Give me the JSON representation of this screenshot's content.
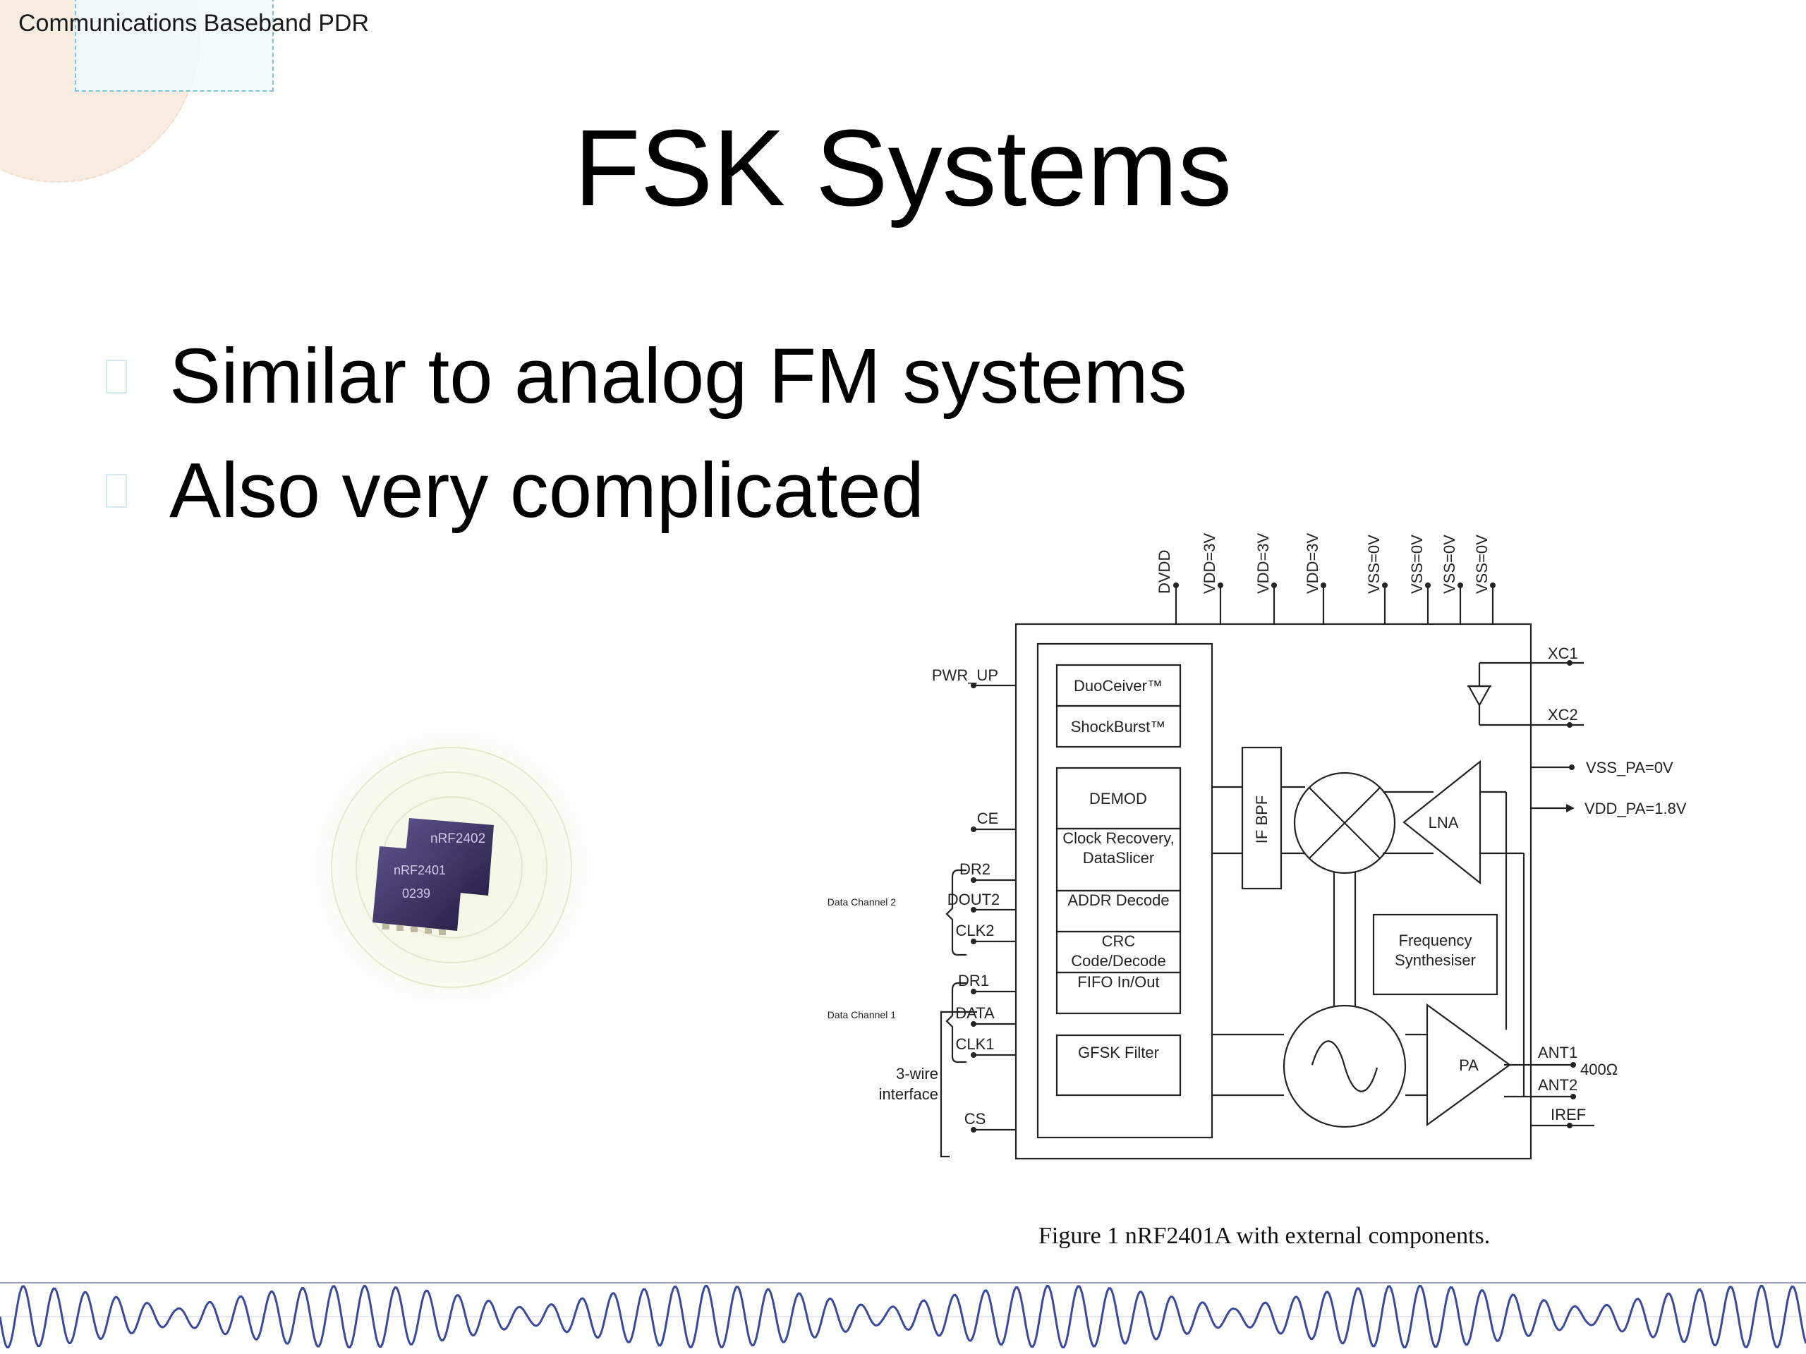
{
  "header": {
    "course": "Communications Baseband PDR"
  },
  "slide": {
    "title": "FSK Systems",
    "bullets": [
      "Similar to analog FM systems",
      "Also very complicated"
    ]
  },
  "chip_photo": {
    "chip_a": "nRF2402",
    "chip_b": "nRF2401",
    "chip_b_code": "0239"
  },
  "diagram": {
    "top_pins": [
      "DVDD",
      "VDD=3V",
      "VDD=3V",
      "VDD=3V",
      "VSS=0V",
      "VSS=0V",
      "VSS=0V",
      "VSS=0V"
    ],
    "left_pins": [
      "PWR_UP",
      "CE",
      "DR2",
      "DOUT2",
      "CLK2",
      "DR1",
      "DATA",
      "CLK1",
      "CS"
    ],
    "channel2": "Data Channel 2",
    "channel1": "Data Channel 1",
    "wire_interface": "3-wire interface",
    "blocks": {
      "duoceiver": "DuoCeiver™",
      "shockburst": "ShockBurst™",
      "demod": "DEMOD",
      "clock_recovery": "Clock Recovery, DataSlicer",
      "addr_decode": "ADDR Decode",
      "crc": "CRC Code/Decode",
      "fifo": "FIFO In/Out",
      "gfsk": "GFSK Filter",
      "if_bpf": "IF BPF",
      "lna": "LNA",
      "freq_synth": "Frequency Synthesiser",
      "pa": "PA"
    },
    "right_pins": {
      "xc1": "XC1",
      "xc2": "XC2",
      "vss_pa": "VSS_PA=0V",
      "vdd_pa": "VDD_PA=1.8V",
      "ant1": "ANT1",
      "ant2": "ANT2",
      "iref": "IREF",
      "res": "400Ω"
    }
  },
  "caption": "Figure 1 nRF2401A with external components."
}
